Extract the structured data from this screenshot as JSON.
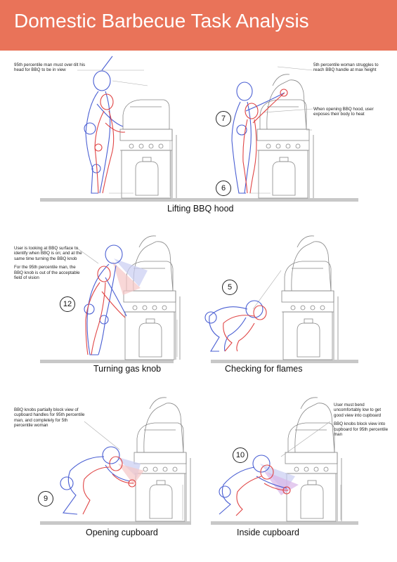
{
  "title": "Domestic Barbecue Task Analysis",
  "colors": {
    "header": "#e97359",
    "blue": "#4a5fd3",
    "red": "#e04545",
    "line": "#b5b5b5",
    "floor": "#c8c8c8"
  },
  "panels": [
    {
      "caption": "Lifting BBQ hood",
      "numbers": [
        "7",
        "6"
      ],
      "notes": [
        [
          "95th percentile man must over-tilt his head for BBQ to be in view"
        ],
        [
          "5th percentile woman struggles to reach BBQ handle at max height"
        ],
        [
          "When opening BBQ hood, user exposes their body to heat"
        ]
      ]
    },
    {
      "caption": "Turning gas knob",
      "numbers": [
        "12"
      ],
      "notes": [
        [
          "User is looking at BBQ surface to identify when BBQ is on; and at the same time turning the BBQ knob",
          "For the 95th percentile man, the BBQ knob is out of the acceptable field of vision"
        ]
      ]
    },
    {
      "caption": "Checking for flames",
      "numbers": [
        "5"
      ],
      "notes": []
    },
    {
      "caption": "Opening cupboard",
      "numbers": [
        "9"
      ],
      "notes": [
        [
          "BBQ knobs partially block view of cupboard handles for 95th percentile man, and completely for 5th percentile woman"
        ]
      ]
    },
    {
      "caption": "Inside cupboard",
      "numbers": [
        "10"
      ],
      "notes": [
        [
          "User must bend uncomfortably low to get good view into cupboard",
          "BBQ knobs block view into cupboard for 95th percentile man"
        ]
      ]
    }
  ]
}
